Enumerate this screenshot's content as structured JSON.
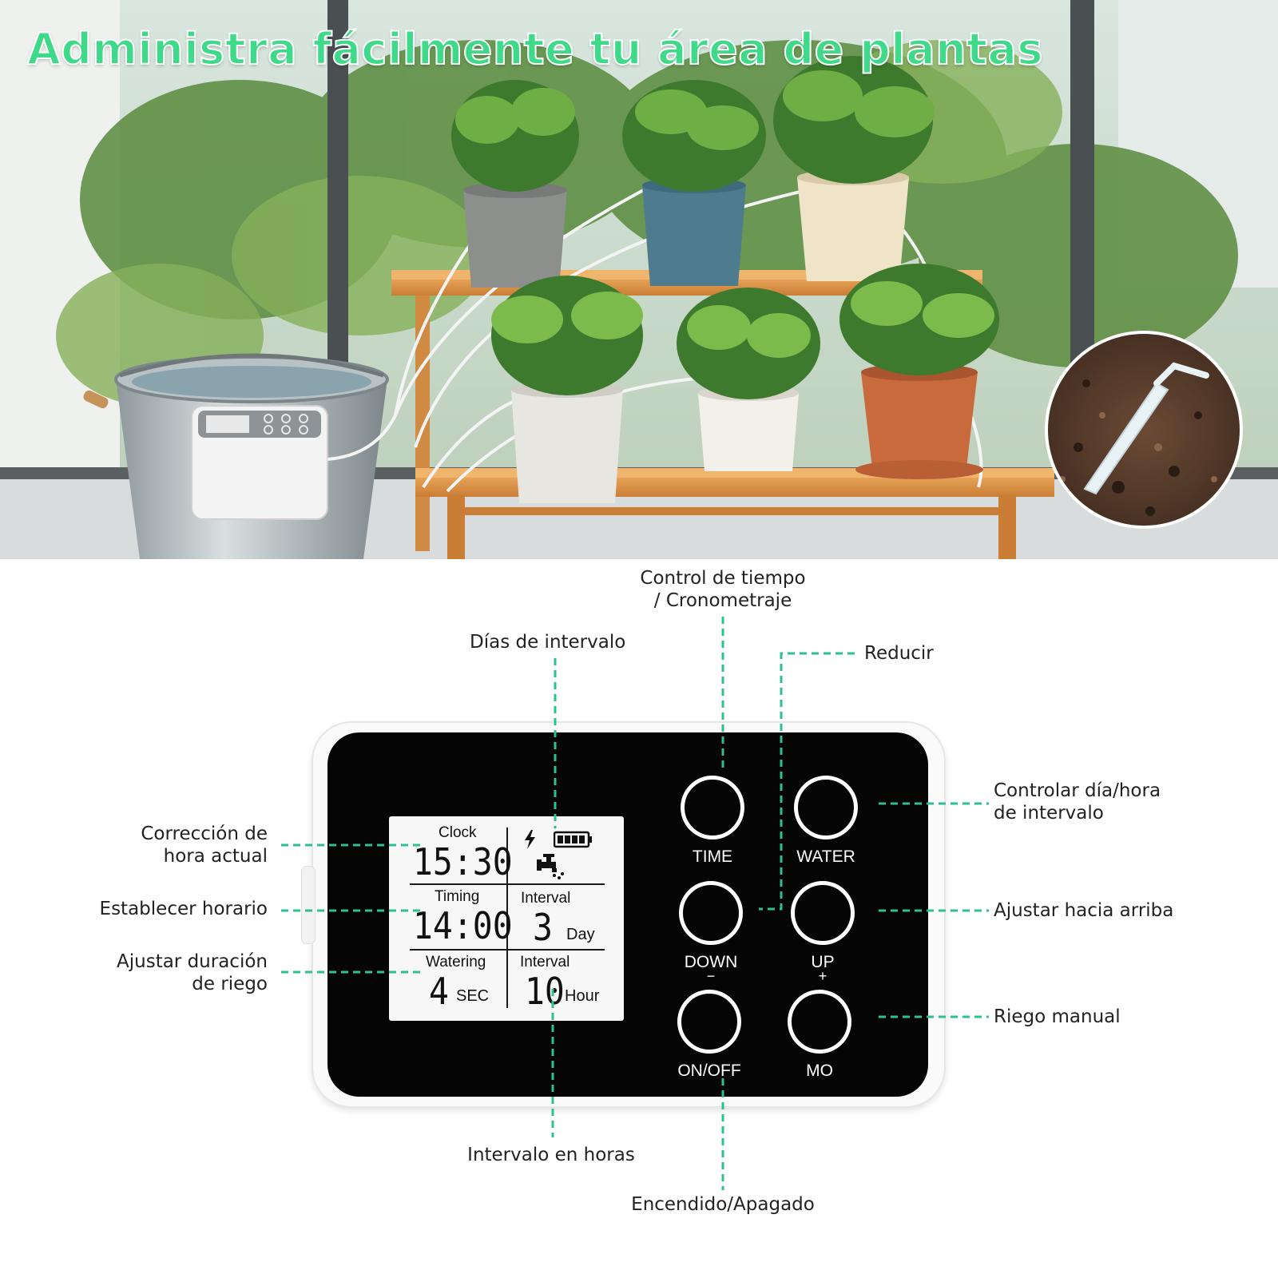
{
  "headline": "Administra fácilmente tu área de plantas",
  "lcd": {
    "clock_label": "Clock",
    "clock_value": "15:30",
    "timing_label": "Timing",
    "timing_value": "14:00",
    "interval_day_label": "Interval",
    "interval_day_value": "3",
    "interval_day_unit": "Day",
    "watering_label": "Watering",
    "watering_value": "4",
    "watering_unit": "SEC",
    "interval_hour_label": "Interval",
    "interval_hour_value": "10",
    "interval_hour_unit": "Hour"
  },
  "buttons": {
    "time": "TIME",
    "water": "WATER",
    "down": "DOWN",
    "down_sign": "−",
    "up": "UP",
    "up_sign": "+",
    "onoff": "ON/OFF",
    "mo": "MO"
  },
  "callouts": {
    "time_control_1": "Control de tiempo",
    "time_control_2": "/ Cronometraje",
    "interval_days": "Días de intervalo",
    "reduce": "Reducir",
    "clock_fix_1": "Corrección de",
    "clock_fix_2": "hora actual",
    "set_schedule": "Establecer horario",
    "duration_1": "Ajustar duración",
    "duration_2": "de riego",
    "interval_ctrl_1": "Controlar día/hora",
    "interval_ctrl_2": "de intervalo",
    "adjust_up": "Ajustar hacia arriba",
    "manual": "Riego manual",
    "interval_hours": "Intervalo en horas",
    "power": "Encendido/Apagado"
  },
  "colors": {
    "accent_green": "#3fd98a",
    "leader_teal": "#2dbf96",
    "device_black": "#050505",
    "lcd_bg": "#f7f7f7"
  },
  "icons": [
    "lightning-icon",
    "battery-icon",
    "faucet-icon",
    "soil-drip-stake"
  ]
}
